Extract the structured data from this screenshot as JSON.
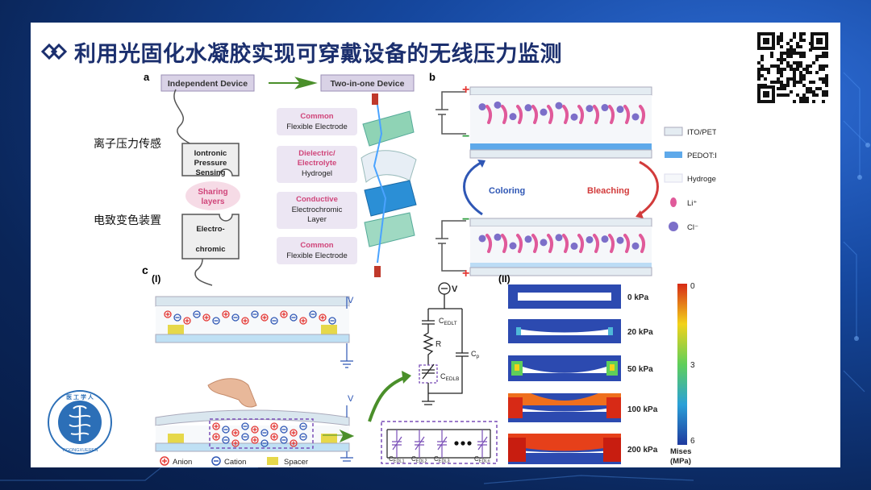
{
  "slide": {
    "title": "利用光固化水凝胶实现可穿戴设备的无线压力监测",
    "left_labels": {
      "sensor": "离子压力传感",
      "ecd": "电致变色装置"
    }
  },
  "figure_a": {
    "panel_letter": "a",
    "independent_device": "Independent Device",
    "two_in_one_device": "Two-in-one Device",
    "puzzle_top": [
      "Iontronic",
      "Pressure",
      "Sensing"
    ],
    "sharing": [
      "Sharing",
      "layers"
    ],
    "puzzle_bottom": [
      "Electro-",
      "chromic"
    ],
    "layers": [
      {
        "title": "Common",
        "subtitle": [
          "Flexible Electrode"
        ]
      },
      {
        "title": "Dielectric/",
        "title2": "Electrolyte",
        "subtitle": [
          "Hydrogel"
        ]
      },
      {
        "title": "Conductive",
        "subtitle": [
          "Electrochromic",
          "Layer"
        ]
      },
      {
        "title": "Common",
        "subtitle": [
          "Flexible Electrode"
        ]
      }
    ]
  },
  "figure_b": {
    "panel_letter": "b",
    "coloring": "Coloring",
    "bleaching": "Bleaching",
    "legend": [
      "ITO/PET",
      "PEDOT:PSS",
      "Hydrogel",
      "Li⁺",
      "Cl⁻"
    ],
    "plus": "+",
    "minus": "−"
  },
  "figure_c": {
    "panel_letter": "c",
    "sub_i": "(I)",
    "sub_ii": "(II)",
    "v": "V",
    "circuit": {
      "v": "V",
      "edlt": "C",
      "edlt_sub": "EDLT",
      "r": "R",
      "cp": "C",
      "cp_sub": "p",
      "edlb": "C",
      "edlb_sub": "EDLB"
    },
    "parallel_caps": [
      {
        "c": "C",
        "sub": "EDL1"
      },
      {
        "c": "C",
        "sub": "EDL2"
      },
      {
        "c": "C",
        "sub": "EDL3"
      },
      {
        "c": "C",
        "sub": "EDLn"
      }
    ],
    "legend": [
      "Anion",
      "Cation",
      "Spacer"
    ],
    "pressures": [
      "0 kPa",
      "20 kPa",
      "50 kPa",
      "100 kPa",
      "200 kPa"
    ],
    "colorbar": {
      "ticks": [
        "0",
        "3",
        "6"
      ],
      "label": "Mises",
      "unit": "(MPa)"
    }
  },
  "logo": {
    "top_text": "医 工 学 人",
    "bottom_text": "YIGONGXUEREN"
  },
  "colors": {
    "title": "#1b2f6e",
    "accent_red": "#e53935",
    "accent_blue": "#2f57b5",
    "purple": "#7a4fb8",
    "green_arrow": "#4a8f2a"
  }
}
